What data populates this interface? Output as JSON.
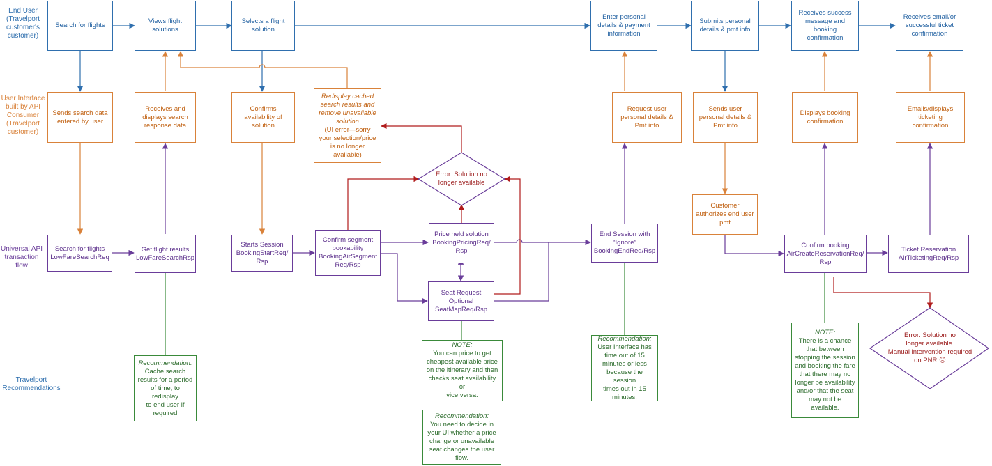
{
  "lanes": {
    "end_user": "End User\n(Travelport\ncustomer's\ncustomer)",
    "ui": "User Interface\nbuilt by API\nConsumer\n(Travelport\ncustomer)",
    "api": "Universal API\ntransaction\nflow",
    "recs": "Travelport\nRecommendations"
  },
  "end_user": {
    "search": "Search for flights",
    "views": "Views flight\nsolutions",
    "selects": "Selects a flight\nsolution",
    "enter": "Enter personal\ndetails & payment\ninformation",
    "submits": "Submits personal\ndetails & pmt info",
    "success": "Receives success\nmessage and\nbooking\nconfirmation",
    "email": "Receives email/or\nsuccessful ticket\nconfirmation"
  },
  "ui": {
    "sends_search": "Sends search data\nentered by user",
    "receives": "Receives and\ndisplays search\nresponse data",
    "confirms": "Confirms\navailability of\nsolution",
    "redisplay_italic": "Redisplay cached\nsearch results and\nremove unavailable\nsolution",
    "redisplay_plain": "(UI error—sorry\nyour selection/price\nis no longer\navailable)",
    "request_user": "Request user\npersonal details &\nPmt info",
    "sends_user": "Sends user\npersonal details &\nPmt info",
    "customer_auth": "Customer\nauthorizes end user\npmt",
    "displays_booking": "Displays booking\nconfirmation",
    "emails_displays": "Emails/displays\nticketing\nconfirmation"
  },
  "api": {
    "search": "Search for flights\nLowFareSearchReq",
    "get_results": "Get flight results\nLowFareSearchRsp",
    "starts_session": "Starts Session\nBookingStartReq/\nRsp",
    "confirm_segment": "Confirm segment\nbookability\nBookingAirSegment\nReq/Rsp",
    "price_held": "Price held solution\nBookingPricingReq/\nRsp",
    "seat_request": "Seat Request\nOptional\nSeatMapReq/Rsp",
    "end_session": "End Session with\n“Ignore”\nBookingEndReq/Rsp",
    "confirm_booking": "Confirm booking\nAirCreateReservationReq/\nRsp",
    "ticket_reservation": "Ticket Reservation\nAirTicketingReq/Rsp"
  },
  "errors": {
    "no_longer": "Error: Solution no\nlonger available",
    "manual": "Error: Solution no\nlonger available.\nManual intervention required\non PNR ☹"
  },
  "recs": {
    "r1_hdr": "Recommendation:",
    "r1_body": "Cache search\nresults for a period\nof time, to redisplay\nto end user if\nrequired",
    "note1_hdr": "NOTE:",
    "note1_body": "You can price to get\ncheapest available price\non the itinerary and then\nchecks seat availability or\nvice versa.",
    "r2_hdr": "Recommendation:",
    "r2_body": "You need to decide in\nyour UI whether a price\nchange or unavailable\nseat changes the user\nflow.",
    "r3_hdr": "Recommendation:",
    "r3_body": "User Interface has\ntime out of 15\nminutes or less\nbecause the session\ntimes out in 15\nminutes.",
    "note2_hdr": "NOTE:",
    "note2_body": "There is a chance\nthat between\nstopping the session\nand booking the fare\nthat there may no\nlonger be availability\nand/or that the seat\nmay not be\navailable."
  },
  "colors": {
    "blue": "#2f6fae",
    "orange": "#d9823a",
    "purple": "#6a3d9a",
    "green": "#3a8a3a",
    "red": "#b01c1c"
  }
}
